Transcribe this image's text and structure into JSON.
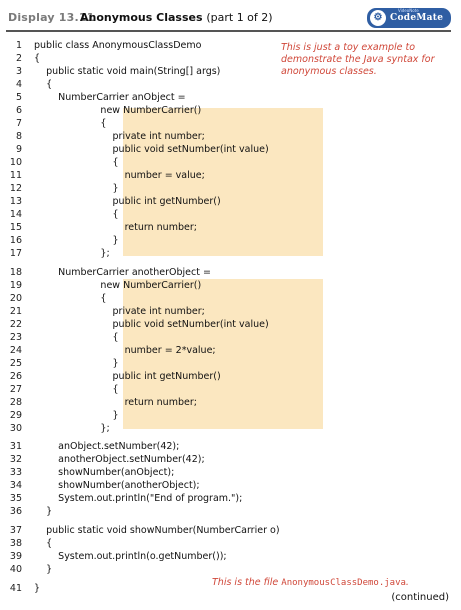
{
  "header": {
    "display_label": "Display 13.11",
    "title": "Anonymous Classes",
    "subtitle": "(part 1 of 2)",
    "logo_text": "CodeMate",
    "logo_small_text": "VideoNote",
    "logo_icon": "gear-emblem-icon"
  },
  "annotations": {
    "note": "This is just a toy example to demonstrate the Java syntax for anonymous classes.",
    "file_note_prefix": "This is the file ",
    "file_name": "AnonymousClassDemo.java",
    "file_note_suffix": "."
  },
  "footer": {
    "continued": "(continued)"
  },
  "colors": {
    "highlight": "#fbe7c0",
    "annotation": "#d0483a",
    "logo": "#2f5ea3"
  },
  "code_lines": [
    {
      "n": "1",
      "text": "public class AnonymousClassDemo"
    },
    {
      "n": "2",
      "text": "{"
    },
    {
      "n": "3",
      "text": "    public static void main(String[] args)"
    },
    {
      "n": "4",
      "text": "    {"
    },
    {
      "n": "5",
      "text": "        NumberCarrier anObject ="
    },
    {
      "n": "6",
      "text": "                      new NumberCarrier()"
    },
    {
      "n": "7",
      "text": "                      {"
    },
    {
      "n": "8",
      "text": "                          private int number;"
    },
    {
      "n": "9",
      "text": "                          public void setNumber(int value)"
    },
    {
      "n": "10",
      "text": "                          {"
    },
    {
      "n": "11",
      "text": "                              number = value;"
    },
    {
      "n": "12",
      "text": "                          }"
    },
    {
      "n": "13",
      "text": "                          public int getNumber()"
    },
    {
      "n": "14",
      "text": "                          {"
    },
    {
      "n": "15",
      "text": "                              return number;"
    },
    {
      "n": "16",
      "text": "                          }"
    },
    {
      "n": "17",
      "text": "                      };"
    },
    {
      "n": "18",
      "text": "        NumberCarrier anotherObject ="
    },
    {
      "n": "19",
      "text": "                      new NumberCarrier()"
    },
    {
      "n": "20",
      "text": "                      {"
    },
    {
      "n": "21",
      "text": "                          private int number;"
    },
    {
      "n": "22",
      "text": "                          public void setNumber(int value)"
    },
    {
      "n": "23",
      "text": "                          {"
    },
    {
      "n": "24",
      "text": "                              number = 2*value;"
    },
    {
      "n": "25",
      "text": "                          }"
    },
    {
      "n": "26",
      "text": "                          public int getNumber()"
    },
    {
      "n": "27",
      "text": "                          {"
    },
    {
      "n": "28",
      "text": "                              return number;"
    },
    {
      "n": "29",
      "text": "                          }"
    },
    {
      "n": "30",
      "text": "                      };"
    },
    {
      "n": "31",
      "text": "        anObject.setNumber(42);"
    },
    {
      "n": "32",
      "text": "        anotherObject.setNumber(42);"
    },
    {
      "n": "33",
      "text": "        showNumber(anObject);"
    },
    {
      "n": "34",
      "text": "        showNumber(anotherObject);"
    },
    {
      "n": "35",
      "text": "        System.out.println(\"End of program.\");"
    },
    {
      "n": "36",
      "text": "    }"
    },
    {
      "n": "37",
      "text": "    public static void showNumber(NumberCarrier o)"
    },
    {
      "n": "38",
      "text": "    {"
    },
    {
      "n": "39",
      "text": "        System.out.println(o.getNumber());"
    },
    {
      "n": "40",
      "text": "    }"
    },
    {
      "n": "41",
      "text": "}"
    }
  ]
}
